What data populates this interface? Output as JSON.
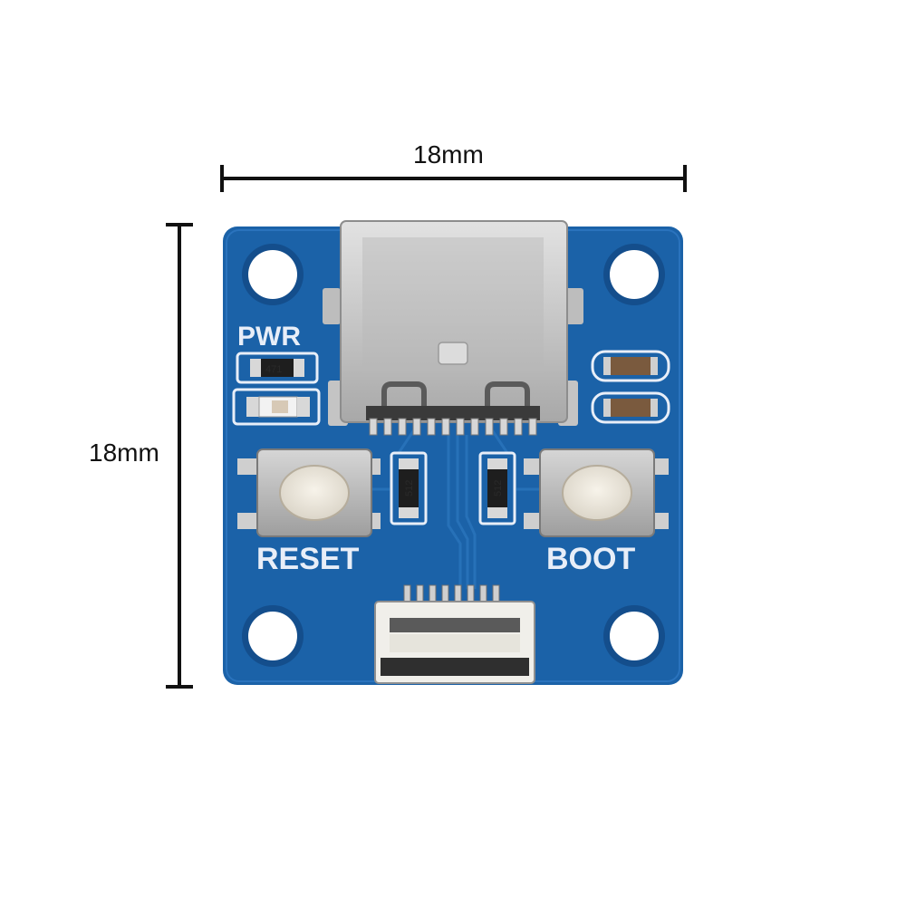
{
  "dimensions": {
    "width_label": "18mm",
    "height_label": "18mm"
  },
  "board": {
    "silkscreen": {
      "pwr": "PWR",
      "reset": "RESET",
      "boot": "BOOT"
    },
    "component_marks": {
      "pwr_resistor": "471",
      "cc_resistor_left": "512",
      "cc_resistor_right": "512"
    }
  },
  "colors": {
    "pcb": "#1b62a8",
    "pcb_dark": "#144e8c",
    "silkscreen": "#e8eef8",
    "metal": "#c9c9c9",
    "dimension_lines": "#111111"
  }
}
